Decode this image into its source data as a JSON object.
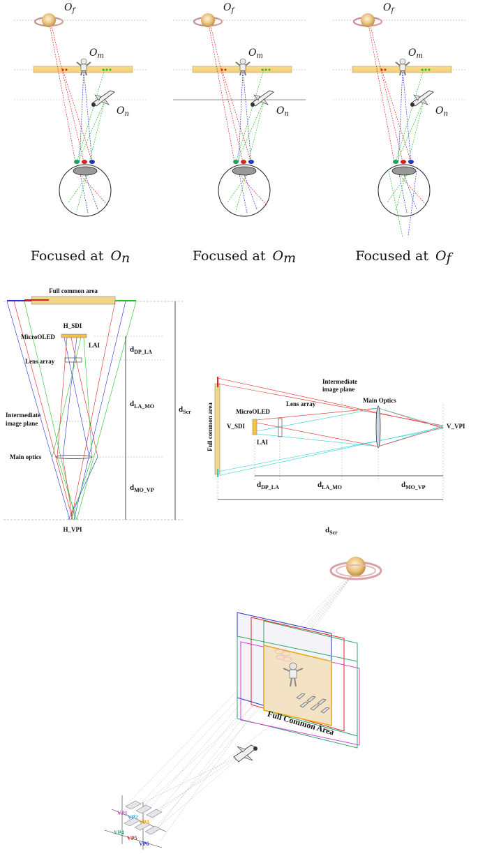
{
  "top_panel": {
    "object_labels": {
      "far": "O_f",
      "middle": "O_m",
      "near": "O_n"
    },
    "captions": [
      {
        "prefix": "Focused at",
        "sym": "O",
        "sub": "n"
      },
      {
        "prefix": "Focused at",
        "sym": "O",
        "sub": "m"
      },
      {
        "prefix": "Focused at",
        "sym": "O",
        "sub": "f"
      }
    ]
  },
  "horizontal_diagram": {
    "full_common_area": "Full common area",
    "h_sdi": "H_SDI",
    "microoled": "MicroOLED",
    "lai": "LAI",
    "lens_array": "Lens array",
    "intermediate_line1": "Intermediate",
    "intermediate_line2": "image plane",
    "main_optics": "Main optics",
    "h_vpi": "H_VPI",
    "d_dp_la": {
      "base": "d",
      "sub": "DP_LA"
    },
    "d_la_mo": {
      "base": "d",
      "sub": "LA_MO"
    },
    "d_mo_vp": {
      "base": "d",
      "sub": "MO_VP"
    },
    "d_scr": {
      "base": "d",
      "sub": "Scr"
    }
  },
  "vertical_diagram": {
    "full_common_area": "Full common area",
    "intermediate_line1": "Intermediate",
    "intermediate_line2": "image plane",
    "lens_array": "Lens array",
    "main_optics": "Main Optics",
    "microoled": "MicroOLED",
    "v_sdi": "V_SDI",
    "lai": "LAI",
    "v_vpi": "V_VPI",
    "d_dp_la": {
      "base": "d",
      "sub": "DP_LA"
    },
    "d_la_mo": {
      "base": "d",
      "sub": "LA_MO"
    },
    "d_mo_vp": {
      "base": "d",
      "sub": "MO_VP"
    },
    "d_scr": {
      "base": "d",
      "sub": "Scr"
    }
  },
  "perspective": {
    "full_common_area": "Full Common Area",
    "viewpoints": [
      {
        "label": "VP1",
        "color": "#d23fd2"
      },
      {
        "label": "VP2",
        "color": "#2aa8d8"
      },
      {
        "label": "VP3",
        "color": "#e6a817"
      },
      {
        "label": "VP4",
        "color": "#2ea36a"
      },
      {
        "label": "VP5",
        "color": "#e02020"
      },
      {
        "label": "VP6",
        "color": "#2433c8"
      }
    ]
  },
  "colors": {
    "red": "#e02020",
    "green": "#22c022",
    "blue": "#2233d0",
    "cyan": "#22d0d0",
    "yellow": "#f3d58a"
  }
}
